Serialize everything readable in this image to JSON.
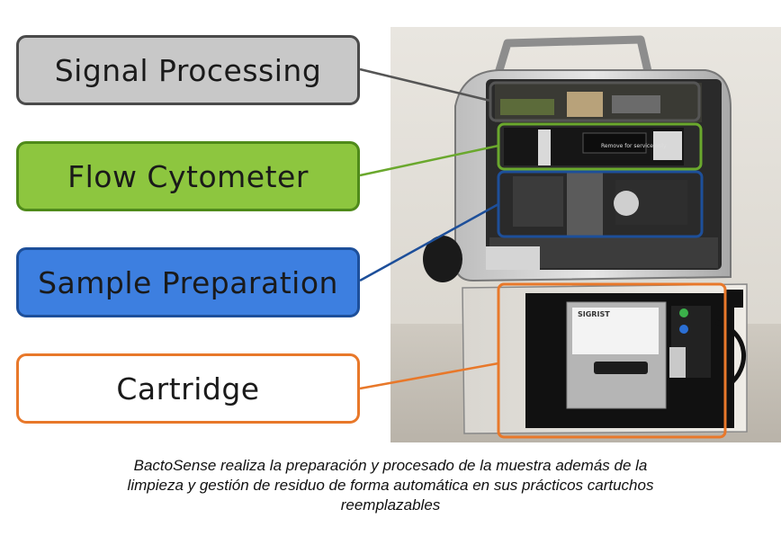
{
  "labels": {
    "signal_processing": "Signal Processing",
    "flow_cytometer": "Flow Cytometer",
    "sample_preparation": "Sample Preparation",
    "cartridge": "Cartridge"
  },
  "device_panel": {
    "service_label": "Remove for service only",
    "brand": "SIGRIST"
  },
  "caption": {
    "line1": "BactoSense realiza la preparación y procesado de la muestra además de la",
    "line2": "limpieza y gestión de residuo de forma automática en sus prácticos cartuchos",
    "line3": "reemplazables"
  },
  "colors": {
    "signal": "#c8c8c8",
    "flow": "#8dc63f",
    "sample": "#3d7fe0",
    "cartridge_border": "#e8782a"
  }
}
